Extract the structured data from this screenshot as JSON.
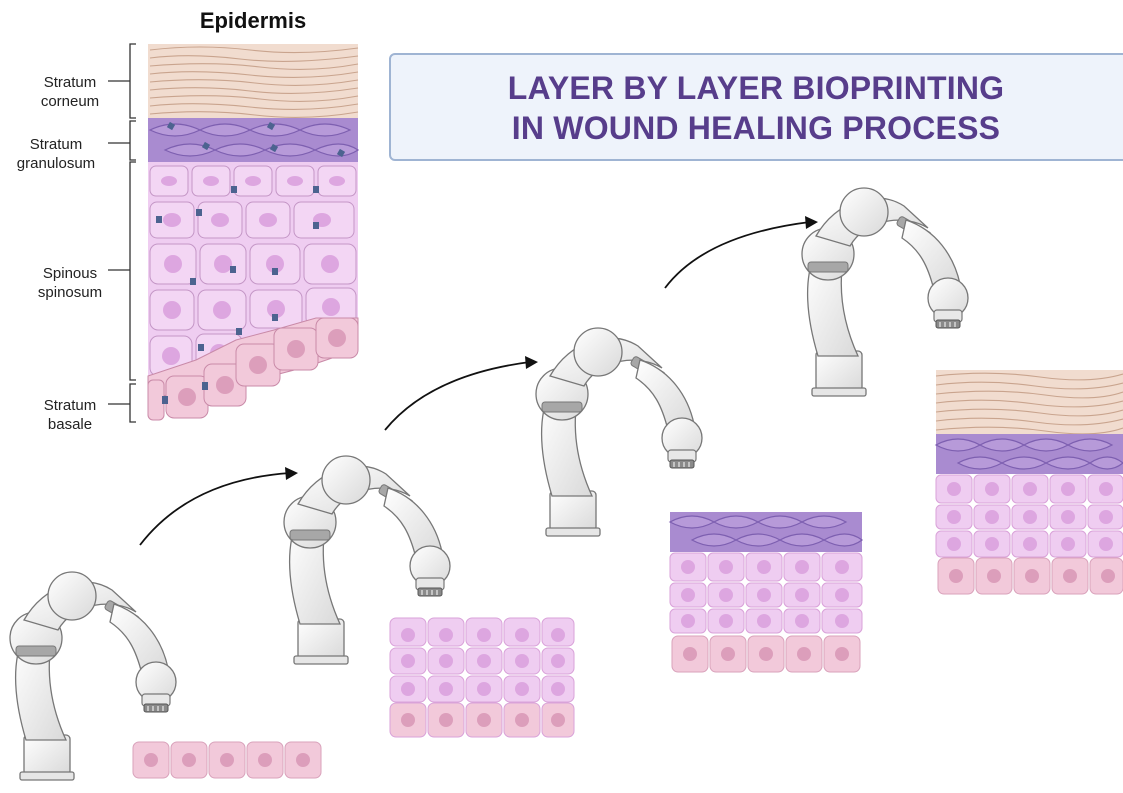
{
  "title": {
    "line1": "LAYER BY LAYER BIOPRINTING",
    "line2": "IN WOUND HEALING PROCESS"
  },
  "epidermis": {
    "heading": "Epidermis",
    "layers": [
      {
        "line1": "Stratum",
        "line2": "corneum"
      },
      {
        "line1": "Stratum",
        "line2": "granulosum"
      },
      {
        "line1": "Spinous",
        "line2": "spinosum"
      },
      {
        "line1": "Stratum",
        "line2": "basale"
      }
    ]
  },
  "colors": {
    "title_text": "#573d8b",
    "title_box_fill": "#eef3fb",
    "title_box_border": "#9fb4d3",
    "corneum": "#f1dccf",
    "corneum_lines": "#c9a48e",
    "granulosum": "#a98bd0",
    "granulosum_dark": "#7d5fb0",
    "spinous_cell": "#efcdf1",
    "spinous_nucleus": "#dda6e0",
    "basal_cell": "#f2c9da",
    "basal_nucleus": "#dc9ebb",
    "desmosome": "#4c6390",
    "robot_body": "#f2f2f2",
    "robot_band": "#9d9d9d"
  },
  "icons": [
    "robot-arm-icon",
    "arrow-icon",
    "skin-cell-icon"
  ]
}
